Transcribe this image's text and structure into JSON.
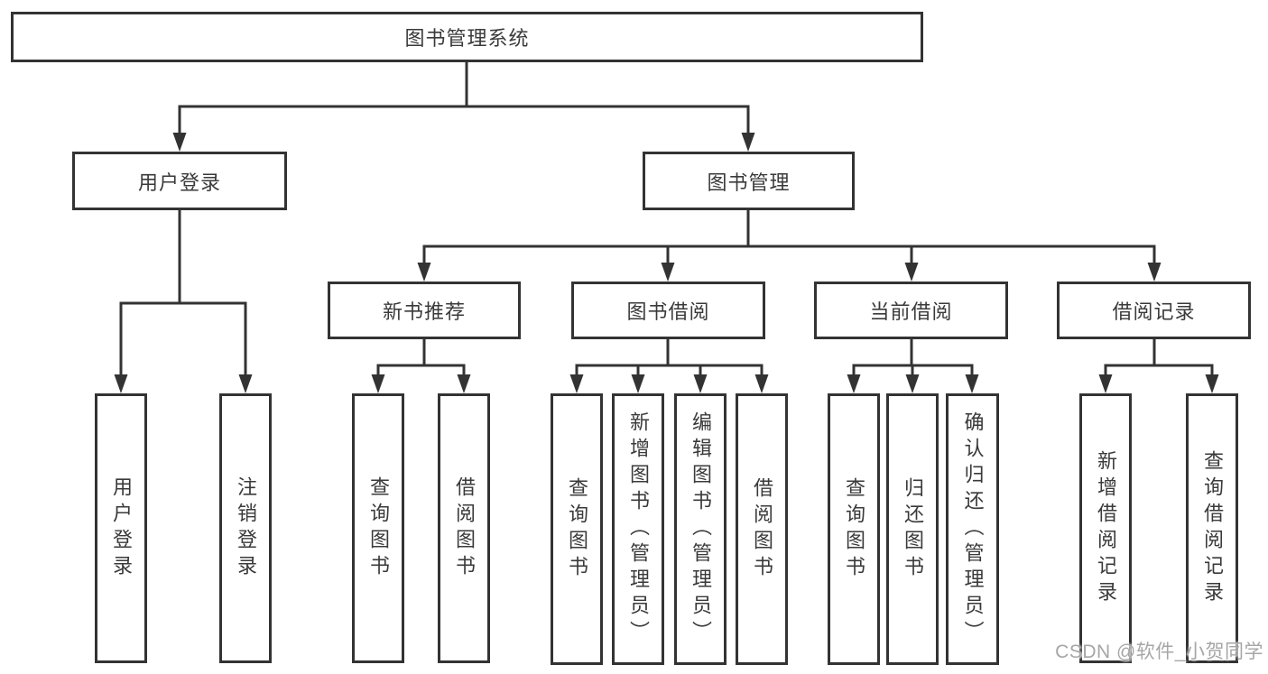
{
  "colors": {
    "ink": "#333333",
    "text": "#3a3a3a",
    "background": "#ffffff",
    "watermark": "#a6a6a6"
  },
  "watermark": "CSDN @软件_小贺同学",
  "tree": {
    "root": "图书管理系统",
    "login": {
      "label": "用户登录",
      "children": [
        "用户登录",
        "注销登录"
      ]
    },
    "management": {
      "label": "图书管理",
      "groups": [
        {
          "label": "新书推荐",
          "children": [
            "查询图书",
            "借阅图书"
          ]
        },
        {
          "label": "图书借阅",
          "children": [
            "查询图书",
            "新增图书（管理员）",
            "编辑图书（管理员）",
            "借阅图书"
          ]
        },
        {
          "label": "当前借阅",
          "children": [
            "查询图书",
            "归还图书",
            "确认归还（管理员）"
          ]
        },
        {
          "label": "借阅记录",
          "children": [
            "新增借阅记录",
            "查询借阅记录"
          ]
        }
      ]
    }
  }
}
